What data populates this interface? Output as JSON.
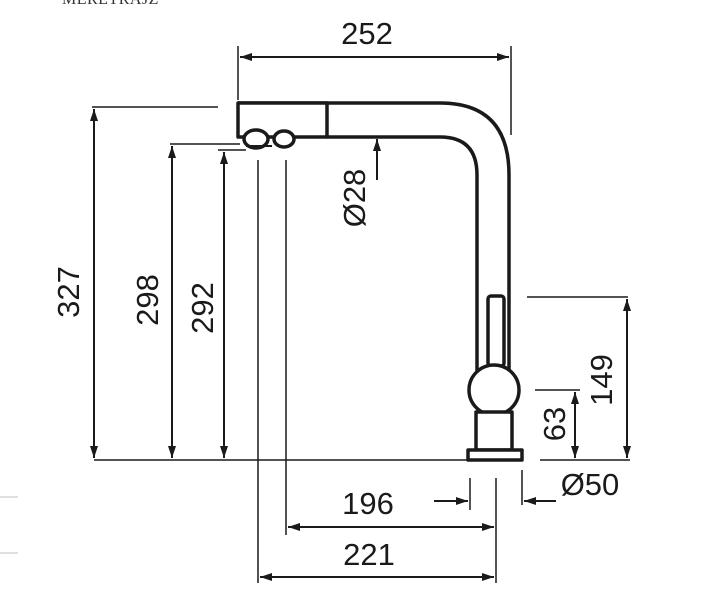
{
  "caption": "MERETRAJZ",
  "dimensions": {
    "top_width": "252",
    "total_height": "327",
    "spout_height": "298",
    "aerator_height": "292",
    "pipe_diameter": "Ø28",
    "lever_height": "149",
    "body_height": "63",
    "base_diameter": "Ø50",
    "reach_short": "196",
    "reach_long": "221"
  },
  "colors": {
    "line": "#1a1a1a",
    "background": "#ffffff"
  }
}
